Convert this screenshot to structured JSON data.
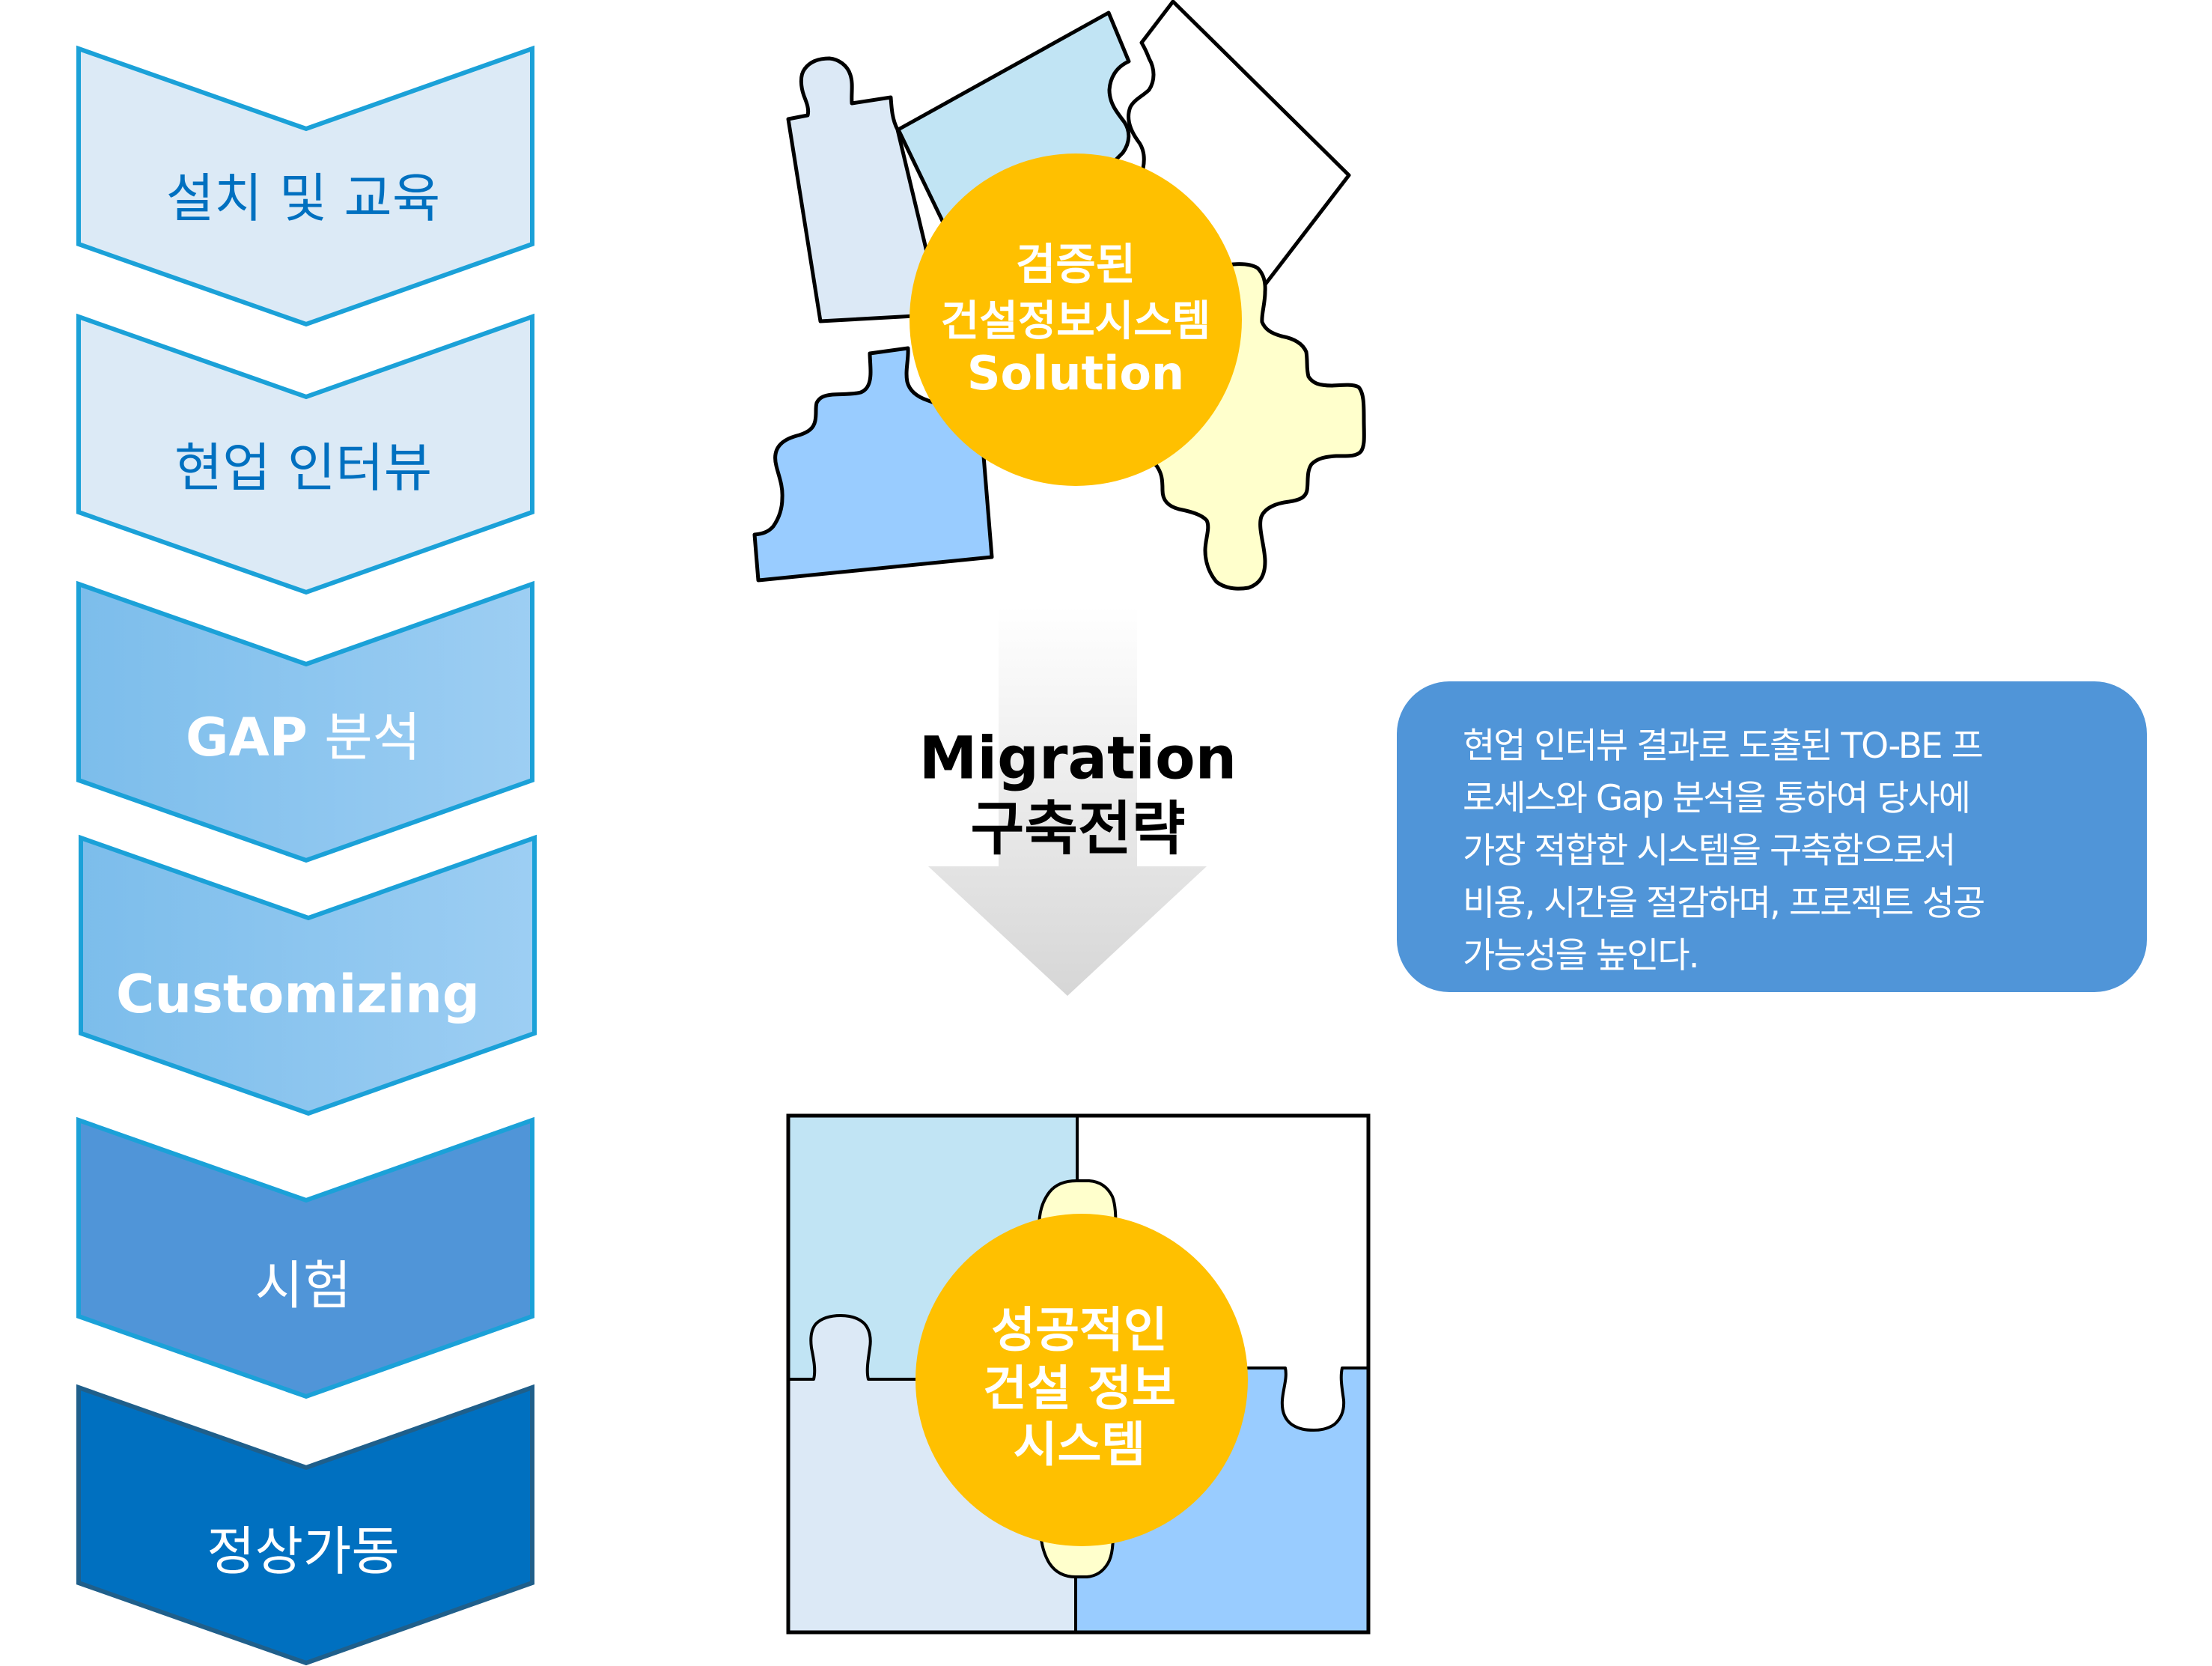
{
  "process_steps": [
    {
      "label": "설치 및 교육",
      "fill": "#DCEAF6",
      "text_color": "#0070C0",
      "border": "#1BA1D8"
    },
    {
      "label": "현업 인터뷰",
      "fill": "#DCEAF6",
      "text_color": "#0070C0",
      "border": "#1BA1D8"
    },
    {
      "label_bold": "GAP",
      "label_rest": " 분석",
      "fill_start": "#7CBDEB",
      "fill_end": "#9DCEF3",
      "text_color": "#FFFFFF",
      "border": "#1BA1D8"
    },
    {
      "label": "Customizing",
      "fill_start": "#7CBDEB",
      "fill_end": "#9DCEF3",
      "text_color": "#FFFFFF",
      "border": "#1BA1D8"
    },
    {
      "label": "시험",
      "fill": "#5095D8",
      "text_color": "#FFFFFF",
      "border": "#1BA1D8"
    },
    {
      "label": "정상가동",
      "fill": "#0070C0",
      "text_color": "#FFFFFF",
      "border": "#1F5F8B"
    }
  ],
  "top_puzzle": {
    "center_lines": [
      "검증된",
      "건설정보시스템",
      "Solution"
    ],
    "circle_color": "#FFC000"
  },
  "migration": {
    "line1": "Migration",
    "line2": "구축전략"
  },
  "description": {
    "lines": [
      "현업 인터뷰 결과로 도출된 TO-BE 프",
      "로세스와 Gap 분석을 통하여 당사에",
      "가장 적합한 시스템을 구축함으로서",
      "비용, 시간을 절감하며, 프로젝트 성공",
      "가능성을 높인다."
    ],
    "background": "#5095D8"
  },
  "bottom_puzzle": {
    "center_lines": [
      "성공적인",
      "건설 정보",
      "시스템"
    ],
    "circle_color": "#FFC000"
  },
  "palette": {
    "piece_light": "#DCE9F6",
    "piece_sky": "#C1E4F4",
    "piece_blue": "#99CCFF",
    "piece_yellow": "#FFFFCC",
    "piece_white": "#FFFFFF"
  }
}
